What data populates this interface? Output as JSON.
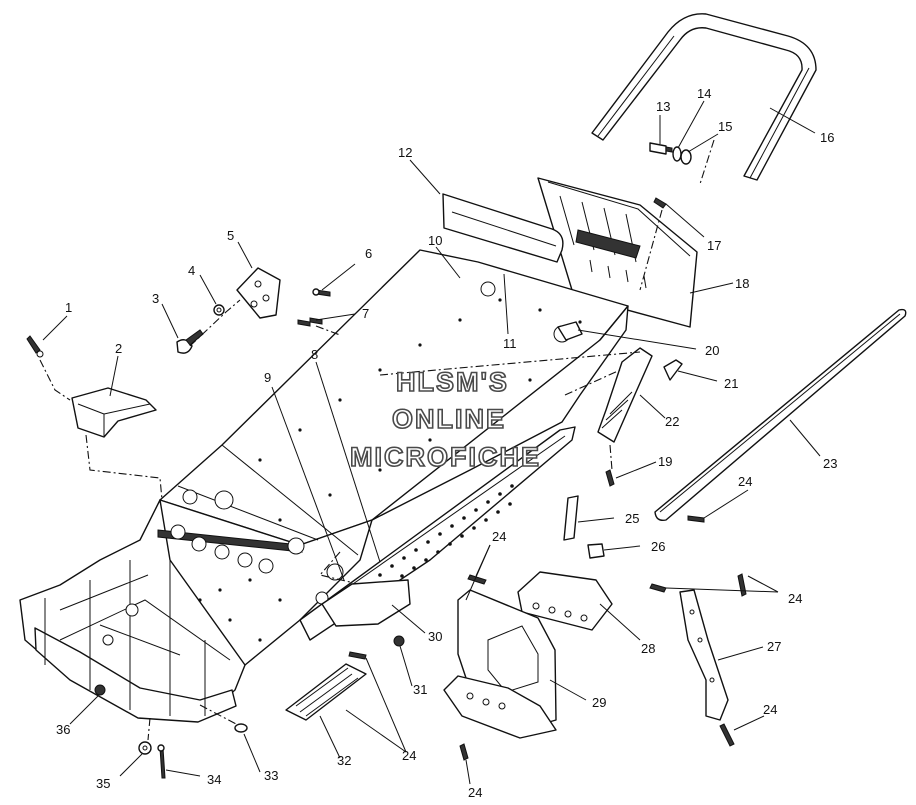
{
  "diagram": {
    "watermark": [
      "HLSM'S",
      "ONLINE",
      "MICROFICHE"
    ],
    "callouts": [
      {
        "id": "c1",
        "text": "1"
      },
      {
        "id": "c2",
        "text": "2"
      },
      {
        "id": "c3",
        "text": "3"
      },
      {
        "id": "c4",
        "text": "4"
      },
      {
        "id": "c5",
        "text": "5"
      },
      {
        "id": "c6",
        "text": "6"
      },
      {
        "id": "c7",
        "text": "7"
      },
      {
        "id": "c8",
        "text": "8"
      },
      {
        "id": "c9",
        "text": "9"
      },
      {
        "id": "c10",
        "text": "10"
      },
      {
        "id": "c11",
        "text": "11"
      },
      {
        "id": "c12",
        "text": "12"
      },
      {
        "id": "c13",
        "text": "13"
      },
      {
        "id": "c14",
        "text": "14"
      },
      {
        "id": "c15",
        "text": "15"
      },
      {
        "id": "c16",
        "text": "16"
      },
      {
        "id": "c17",
        "text": "17"
      },
      {
        "id": "c18",
        "text": "18"
      },
      {
        "id": "c19",
        "text": "19"
      },
      {
        "id": "c20",
        "text": "20"
      },
      {
        "id": "c21",
        "text": "21"
      },
      {
        "id": "c22",
        "text": "22"
      },
      {
        "id": "c23",
        "text": "23"
      },
      {
        "id": "c24a",
        "text": "24"
      },
      {
        "id": "c24b",
        "text": "24"
      },
      {
        "id": "c24c",
        "text": "24"
      },
      {
        "id": "c24d",
        "text": "24"
      },
      {
        "id": "c24e",
        "text": "24"
      },
      {
        "id": "c24f",
        "text": "24"
      },
      {
        "id": "c25",
        "text": "25"
      },
      {
        "id": "c26",
        "text": "26"
      },
      {
        "id": "c27",
        "text": "27"
      },
      {
        "id": "c28",
        "text": "28"
      },
      {
        "id": "c29",
        "text": "29"
      },
      {
        "id": "c30",
        "text": "30"
      },
      {
        "id": "c31",
        "text": "31"
      },
      {
        "id": "c32",
        "text": "32"
      },
      {
        "id": "c33",
        "text": "33"
      },
      {
        "id": "c34",
        "text": "34"
      },
      {
        "id": "c35",
        "text": "35"
      },
      {
        "id": "c36",
        "text": "36"
      }
    ]
  }
}
